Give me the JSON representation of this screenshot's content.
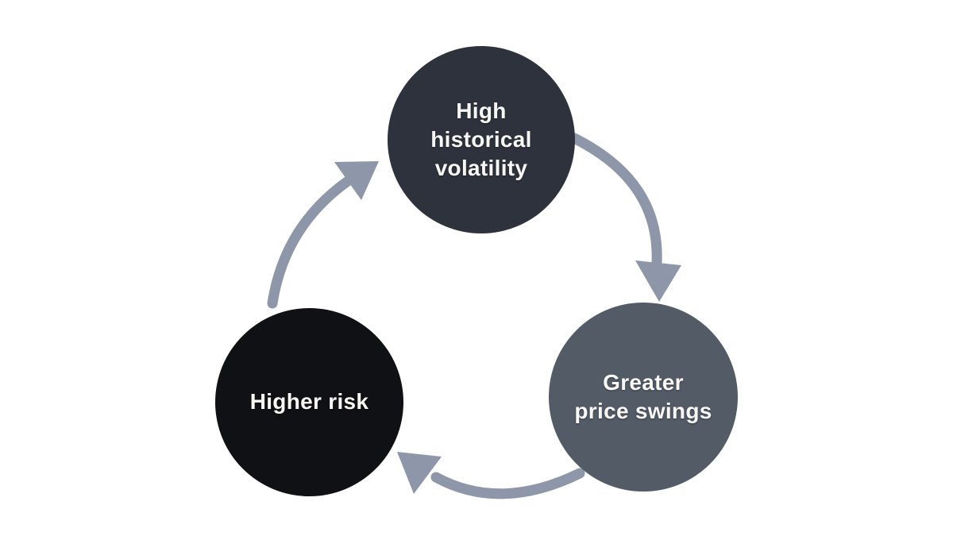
{
  "page": {
    "background_color": "#ffffff"
  },
  "diagram": {
    "type": "cycle",
    "direction": "clockwise",
    "arrow_color": "#8d97a9",
    "text_color": "#f8f7f4",
    "nodes": [
      {
        "id": "high-historical-volatility",
        "label": "High\nhistorical\nvolatility",
        "color": "#2d323c"
      },
      {
        "id": "greater-price-swings",
        "label": "Greater\nprice swings",
        "color": "#525b66"
      },
      {
        "id": "higher-risk",
        "label": "Higher risk",
        "color": "#101114"
      }
    ],
    "flow": [
      {
        "from": "high-historical-volatility",
        "to": "greater-price-swings"
      },
      {
        "from": "greater-price-swings",
        "to": "higher-risk"
      },
      {
        "from": "higher-risk",
        "to": "high-historical-volatility"
      }
    ]
  }
}
